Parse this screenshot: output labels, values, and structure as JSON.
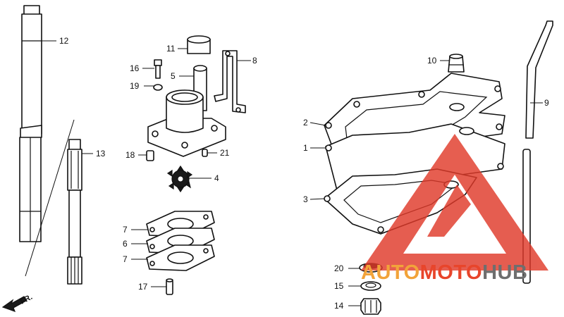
{
  "labels": [
    {
      "name": "callout-12",
      "text": "12"
    },
    {
      "name": "callout-13",
      "text": "13"
    },
    {
      "name": "callout-11",
      "text": "11"
    },
    {
      "name": "callout-8",
      "text": "8"
    },
    {
      "name": "callout-16",
      "text": "16"
    },
    {
      "name": "callout-5",
      "text": "5"
    },
    {
      "name": "callout-19",
      "text": "19"
    },
    {
      "name": "callout-18",
      "text": "18"
    },
    {
      "name": "callout-21",
      "text": "21"
    },
    {
      "name": "callout-4",
      "text": "4"
    },
    {
      "name": "callout-7-upper",
      "text": "7"
    },
    {
      "name": "callout-6",
      "text": "6"
    },
    {
      "name": "callout-7-lower",
      "text": "7"
    },
    {
      "name": "callout-17",
      "text": "17"
    },
    {
      "name": "callout-10",
      "text": "10"
    },
    {
      "name": "callout-9",
      "text": "9"
    },
    {
      "name": "callout-2",
      "text": "2"
    },
    {
      "name": "callout-1",
      "text": "1"
    },
    {
      "name": "callout-3",
      "text": "3"
    },
    {
      "name": "callout-20",
      "text": "20"
    },
    {
      "name": "callout-15",
      "text": "15"
    },
    {
      "name": "callout-14",
      "text": "14"
    }
  ],
  "direction_marker": {
    "text": "FR.",
    "icon": "forward-arrow-icon"
  },
  "watermark": {
    "part1": "AUTO",
    "part2": "MOTO",
    "part3": "HUB",
    "colors": {
      "auto": "#f2a33a",
      "moto": "#e8452b",
      "hub": "#6e6e6e",
      "triangle": "#e03a2a"
    }
  }
}
